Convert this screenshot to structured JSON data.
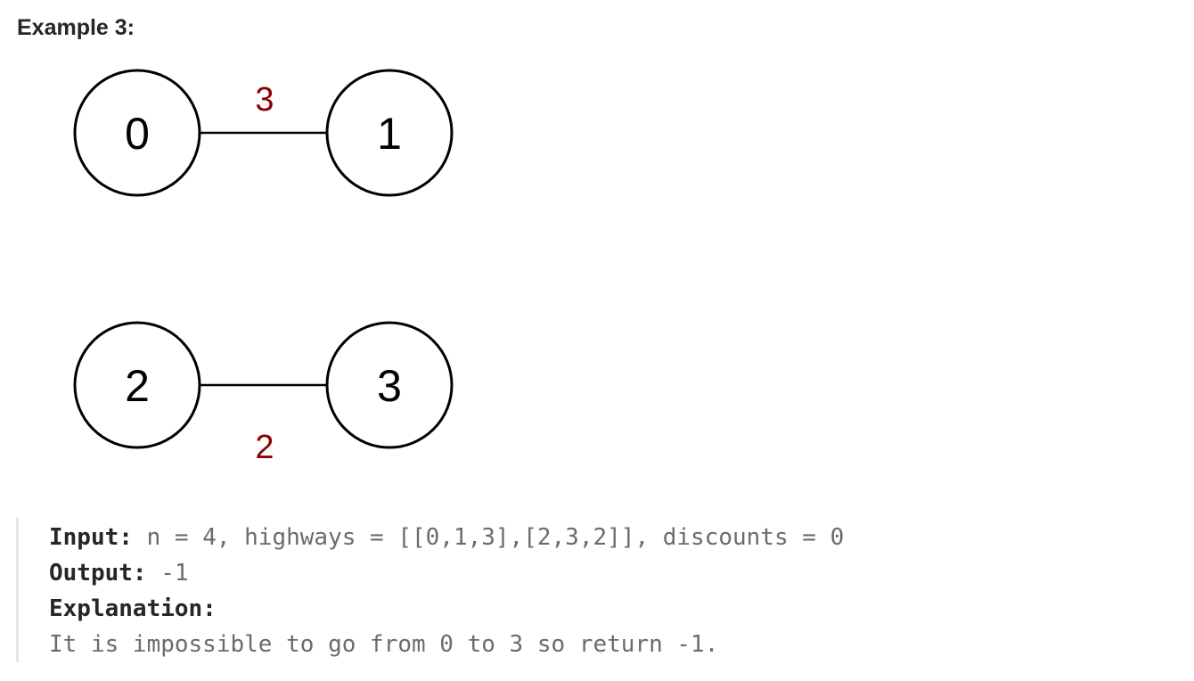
{
  "heading": "Example 3:",
  "graph": {
    "nodes": [
      {
        "id": "0"
      },
      {
        "id": "1"
      },
      {
        "id": "2"
      },
      {
        "id": "3"
      }
    ],
    "edges": [
      {
        "from": "0",
        "to": "1",
        "weight": "3"
      },
      {
        "from": "2",
        "to": "3",
        "weight": "2"
      }
    ],
    "weight_color": "#8b0000"
  },
  "example": {
    "input_label": "Input:",
    "input_value": " n = 4, highways = [[0,1,3],[2,3,2]], discounts = 0",
    "output_label": "Output:",
    "output_value": " -1",
    "explanation_label": "Explanation:",
    "explanation_text": "It is impossible to go from 0 to 3 so return -1."
  }
}
